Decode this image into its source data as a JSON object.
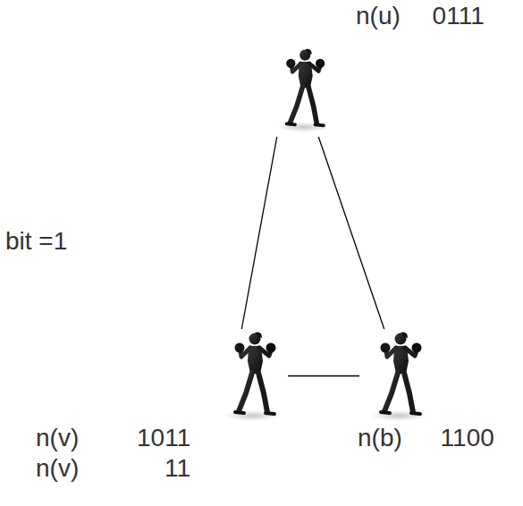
{
  "diagram": {
    "nodes": [
      {
        "text": [
          "n(u) 0111"
        ]
      },
      {
        "text": [
          "n(v) 1011",
          "n(v) 11"
        ]
      },
      {
        "text": [
          "n(b) 1100"
        ]
      }
    ],
    "edges": [
      {
        "from": 0,
        "to": 1,
        "arrow": "none"
      },
      {
        "from": 0,
        "to": 2,
        "arrow": "none"
      },
      {
        "from": 1,
        "to": 2,
        "arrow": "none"
      }
    ],
    "labels": [
      "bit =1"
    ]
  }
}
